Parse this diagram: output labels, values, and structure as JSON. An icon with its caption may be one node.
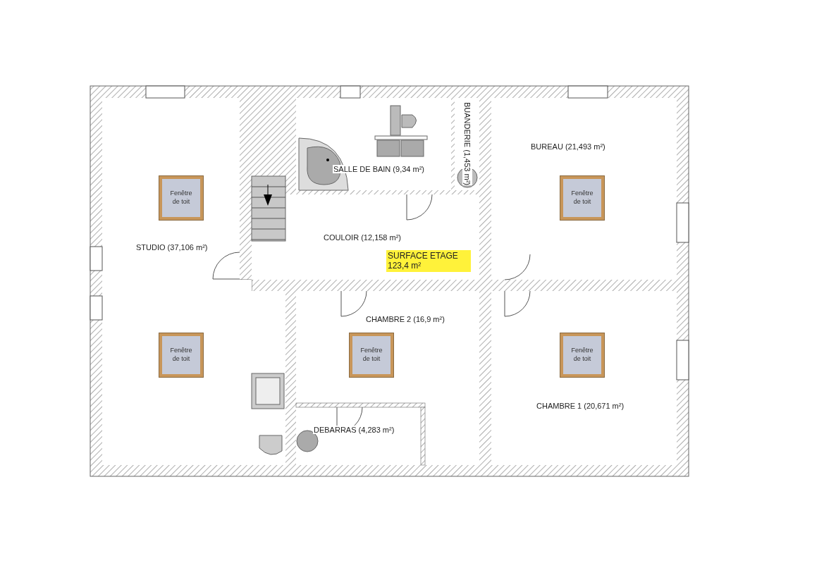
{
  "diagram": {
    "nodes": [
      {
        "text": [
          "STUDIO (37,106 m²)"
        ]
      },
      {
        "text": [
          "Fenêtre de toit"
        ],
        "in": 0
      },
      {
        "text": [
          "Fenêtre de toit"
        ],
        "in": 0
      },
      {
        "text": [
          "SALLE DE BAIN (9,34 m²)"
        ]
      },
      {
        "text": [
          "BUANDERIE (1,453 m²)"
        ]
      },
      {
        "text": [
          "BUREAU (21,493 m²)"
        ]
      },
      {
        "text": [
          "Fenêtre de toit"
        ],
        "in": 5
      },
      {
        "text": [
          "COULOIR (12,158 m²)"
        ]
      },
      {
        "text": [
          "CHAMBRE 2 (16,9 m²)"
        ]
      },
      {
        "text": [
          "Fenêtre de toit"
        ],
        "in": 8
      },
      {
        "text": [
          "DEBARRAS (4,283 m²)"
        ],
        "in": 8
      },
      {
        "text": [
          "CHAMBRE 1 (20,671 m²)"
        ]
      },
      {
        "text": [
          "Fenêtre de toit"
        ],
        "in": 11
      }
    ],
    "labels": [
      "SURFACE ETAGE 123,4 m²"
    ]
  }
}
